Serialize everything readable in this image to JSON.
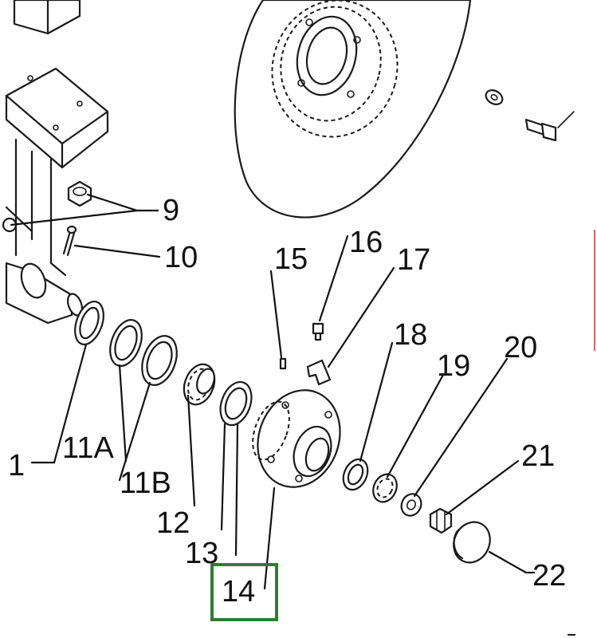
{
  "labels": {
    "l9": "9",
    "l10": "10",
    "l15": "15",
    "l16": "16",
    "l17": "17",
    "l18": "18",
    "l19": "19",
    "l20": "20",
    "l21": "21",
    "l1": "1",
    "l11a": "11A",
    "l11b": "11B",
    "l12": "12",
    "l13": "13",
    "l14": "14",
    "l22": "22"
  },
  "colors": {
    "line": "#1a1a1a",
    "highlight_box": "#2e7d32",
    "edge_mark": "#c0392b"
  }
}
